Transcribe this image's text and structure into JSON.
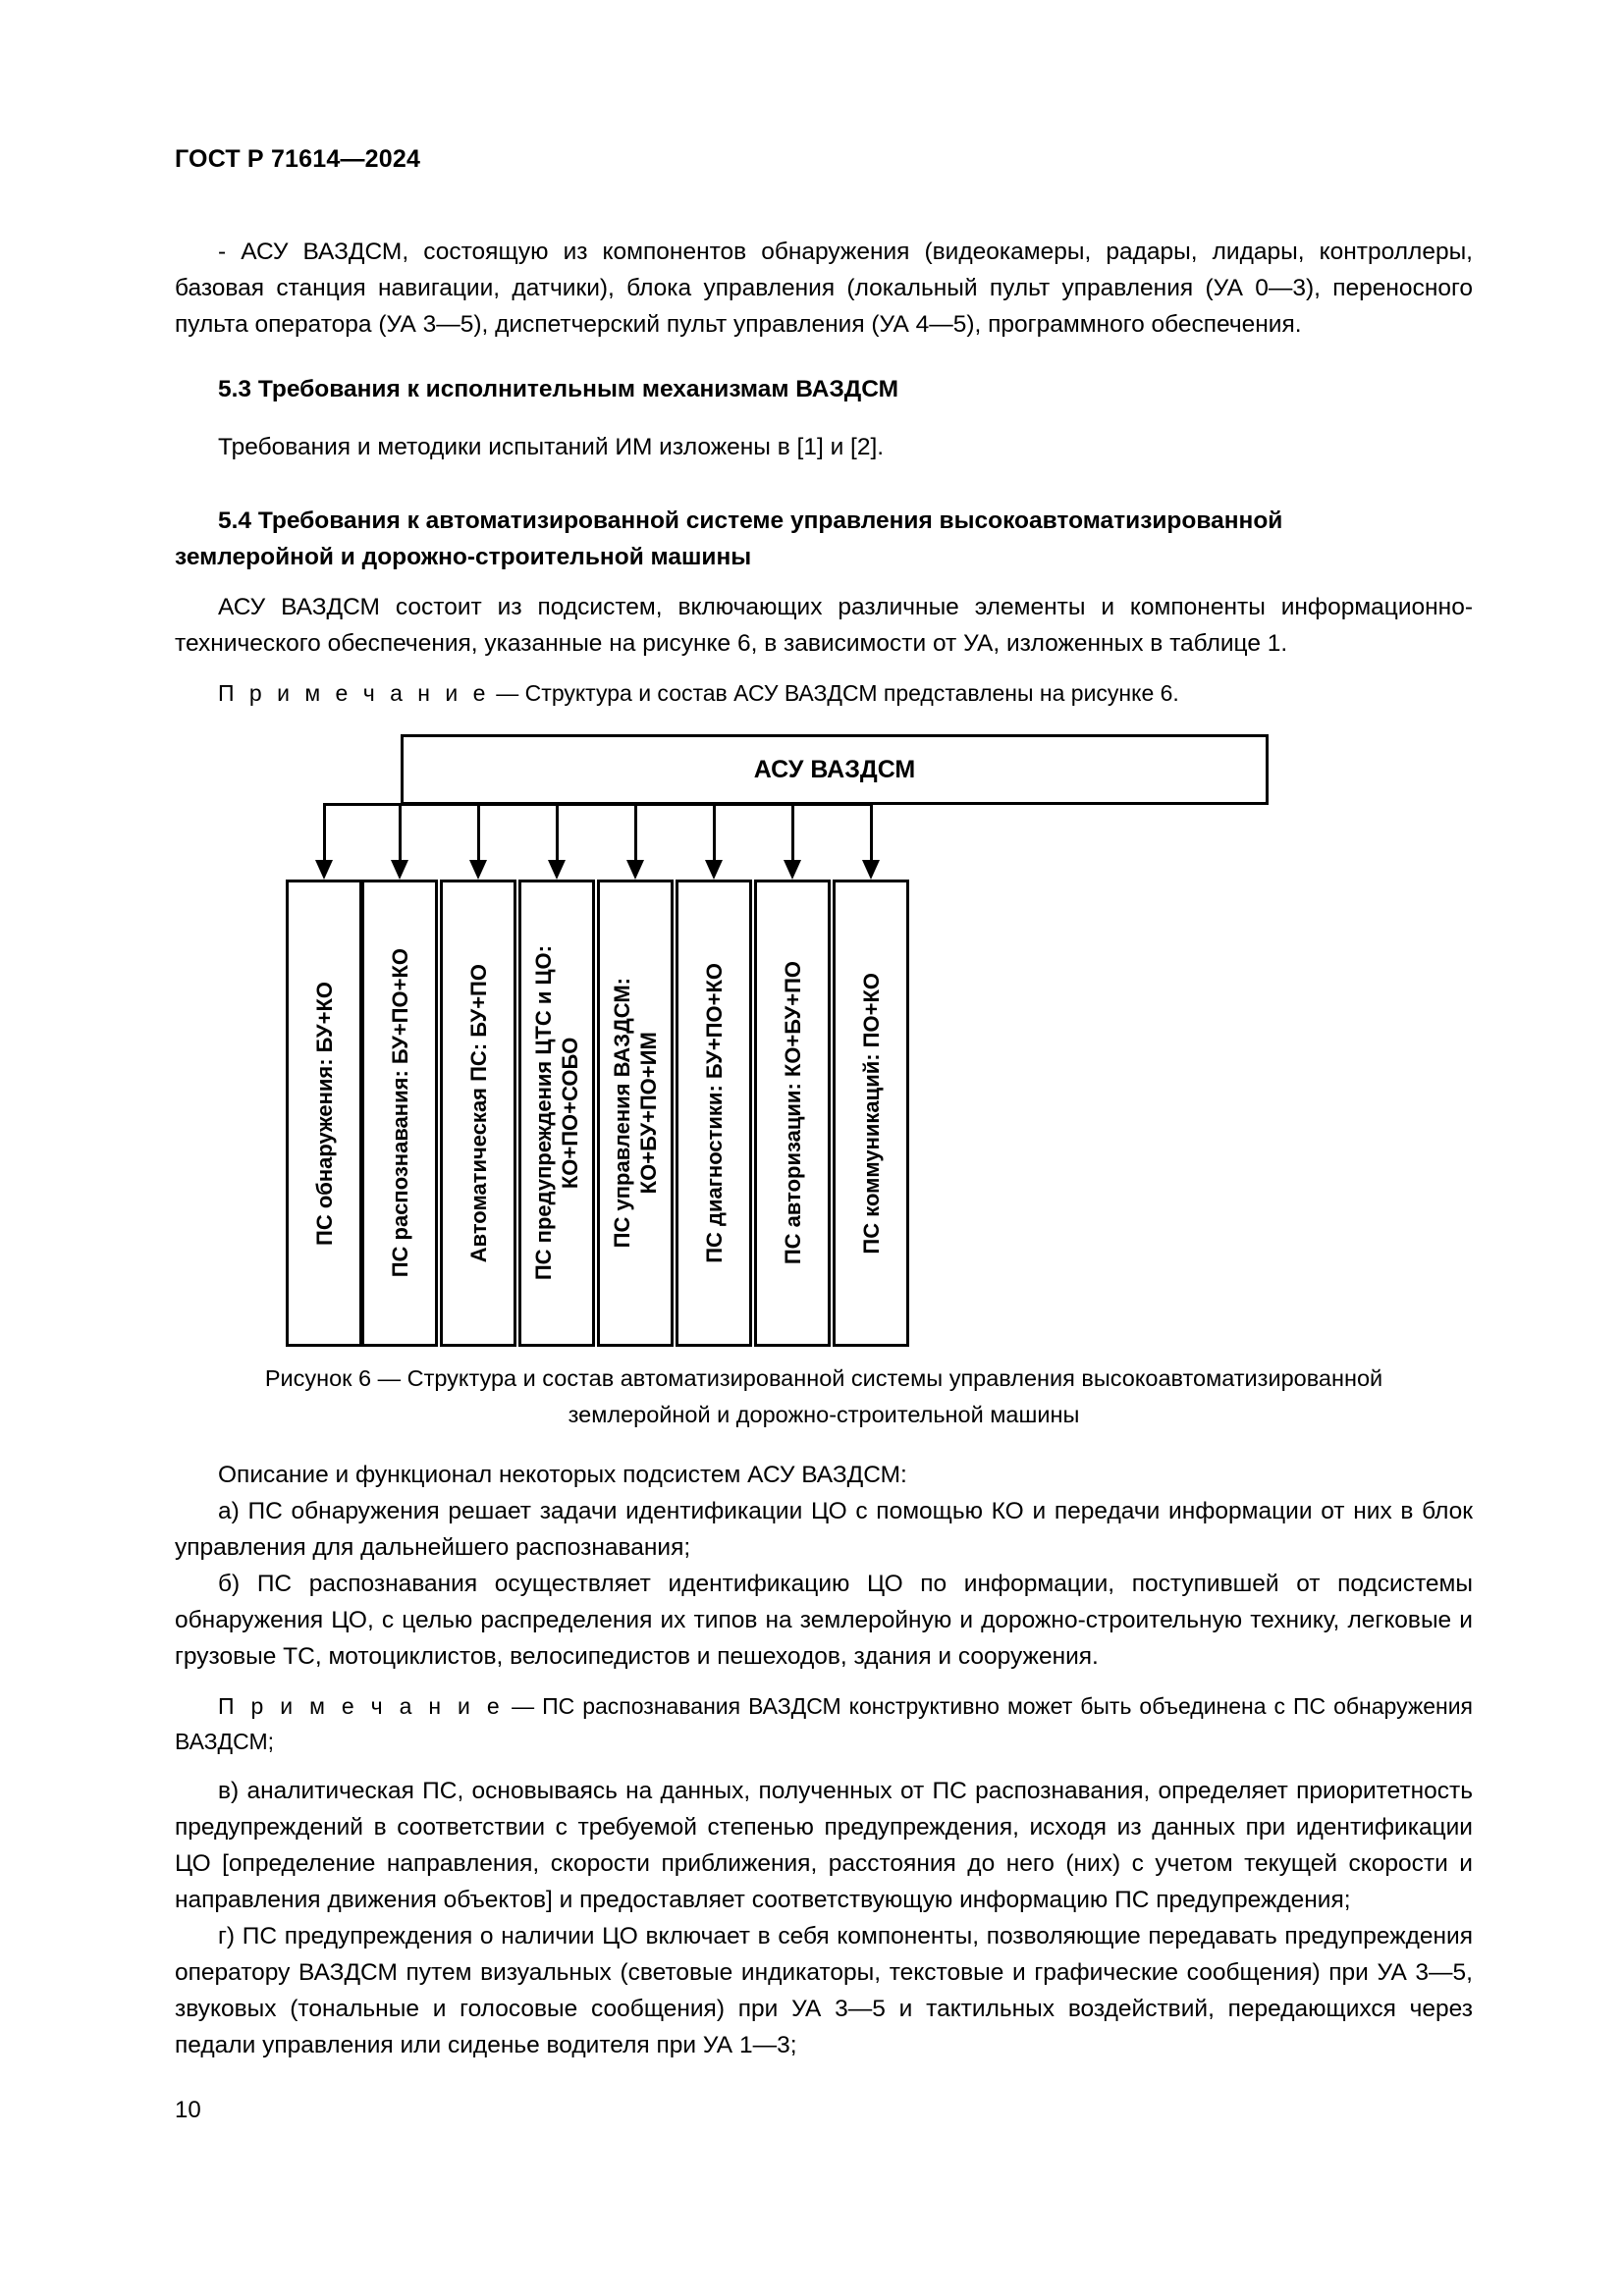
{
  "document": {
    "standard_header": "ГОСТ Р 71614—2024",
    "page_number": "10"
  },
  "intro": {
    "bullet_paragraph": "- АСУ ВАЗДСМ, состоящую из компонентов обнаружения (видеокамеры, радары, лидары, контроллеры, базовая станция навигации, датчики), блока управления (локальный пульт управления (УА 0—3), переносного пульта оператора (УА 3—5), диспетчерский пульт управления (УА 4—5), программного обеспечения."
  },
  "section_53": {
    "heading": "5.3  Требования к исполнительным механизмам ВАЗДСМ",
    "paragraph": "Требования и методики испытаний ИМ изложены в [1] и [2]."
  },
  "section_54": {
    "heading_line1": "5.4  Требования к автоматизированной системе управления высокоавтоматизированной",
    "heading_line2": "землеройной и дорожно-строительной машины",
    "paragraph": "АСУ ВАЗДСМ состоит из подсистем, включающих различные элементы и компоненты информационно-технического обеспечения, указанные на рисунке 6, в зависимости от УА, изложенных в таблице 1.",
    "note_label": "П р и м е ч а н и е",
    "note_text": "— Структура и состав АСУ ВАЗДСМ представлены на рисунке 6."
  },
  "figure": {
    "root_label": "АСУ ВАЗДСМ",
    "subsystems": [
      "ПС обнаружения: БУ+КО",
      "ПС распознавания: БУ+ПО+КО",
      "Автоматическая ПС: БУ+ПО",
      "ПС предупреждения ЦТС и ЦО:\nКО+ПО+СОБО",
      "ПС управления ВАЗДСМ:\nКО+БУ+ПО+ИМ",
      "ПС диагностики: БУ+ПО+КО",
      "ПС авторизации: КО+БУ+ПО",
      "ПС коммуникаций: ПО+КО"
    ],
    "caption_line1": "Рисунок 6 — Структура и состав автоматизированной системы управления высокоавтоматизированной",
    "caption_line2": "землеройной и дорожно-строительной машины"
  },
  "description": {
    "lead_in": "Описание и функционал некоторых подсистем АСУ ВАЗДСМ:",
    "item_a": "а)  ПС обнаружения решает задачи идентификации ЦО с помощью КО и передачи информации от них в блок управления для дальнейшего распознавания;",
    "item_b": "б) ПС распознавания осуществляет идентификацию ЦО по информации, поступившей от подсистемы обнаружения ЦО, с целью распределения их типов на землеройную и дорожно-строительную технику, легковые и грузовые ТС, мотоциклистов, велосипедистов и пешеходов, здания и сооружения.",
    "note_label": "П р и м е ч а н и е",
    "note_text": "— ПС распознавания ВАЗДСМ конструктивно может быть объединена с ПС обнаружения ВАЗДСМ;",
    "item_v": "в) аналитическая ПС, основываясь на данных, полученных от ПС распознавания, определяет приоритетность предупреждений в соответствии с требуемой степенью предупреждения, исходя из данных при идентификации ЦО [определение направления, скорости приближения, расстояния до него (них) с учетом текущей скорости и направления движения объектов] и предоставляет соответствующую информацию ПС предупреждения;",
    "item_g": "г) ПС предупреждения о наличии ЦО включает в себя компоненты, позволяющие передавать предупреждения оператору ВАЗДСМ путем визуальных (световые индикаторы, текстовые и графические сообщения) при УА 3—5, звуковых (тональные и голосовые сообщения) при УА 3—5 и тактильных воздействий, передающихся через педали управления или сиденье водителя при УА 1—3;"
  }
}
